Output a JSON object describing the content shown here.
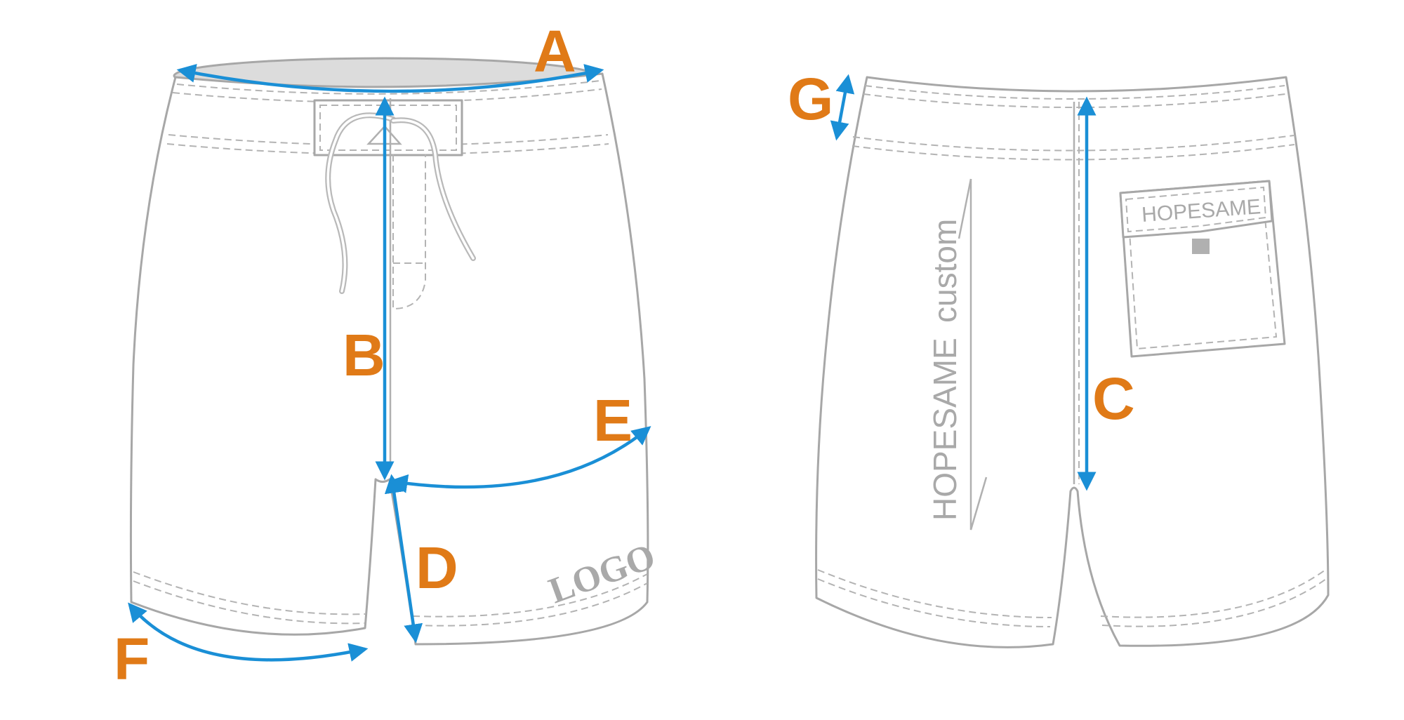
{
  "colors": {
    "arrow": "#1a8fd6",
    "letter": "#e07a17",
    "outline": "#a7a7a7",
    "waistband_inside": "#dcdcdc"
  },
  "measurements": [
    {
      "id": "A",
      "label": "A"
    },
    {
      "id": "B",
      "label": "B"
    },
    {
      "id": "C",
      "label": "C"
    },
    {
      "id": "D",
      "label": "D"
    },
    {
      "id": "E",
      "label": "E"
    },
    {
      "id": "F",
      "label": "F"
    },
    {
      "id": "G",
      "label": "G"
    }
  ],
  "front": {
    "logo_text": "LOGO"
  },
  "back": {
    "pocket_text": "HOPESAME",
    "side_text_1": "HOPESAME",
    "side_text_2": "custom"
  }
}
